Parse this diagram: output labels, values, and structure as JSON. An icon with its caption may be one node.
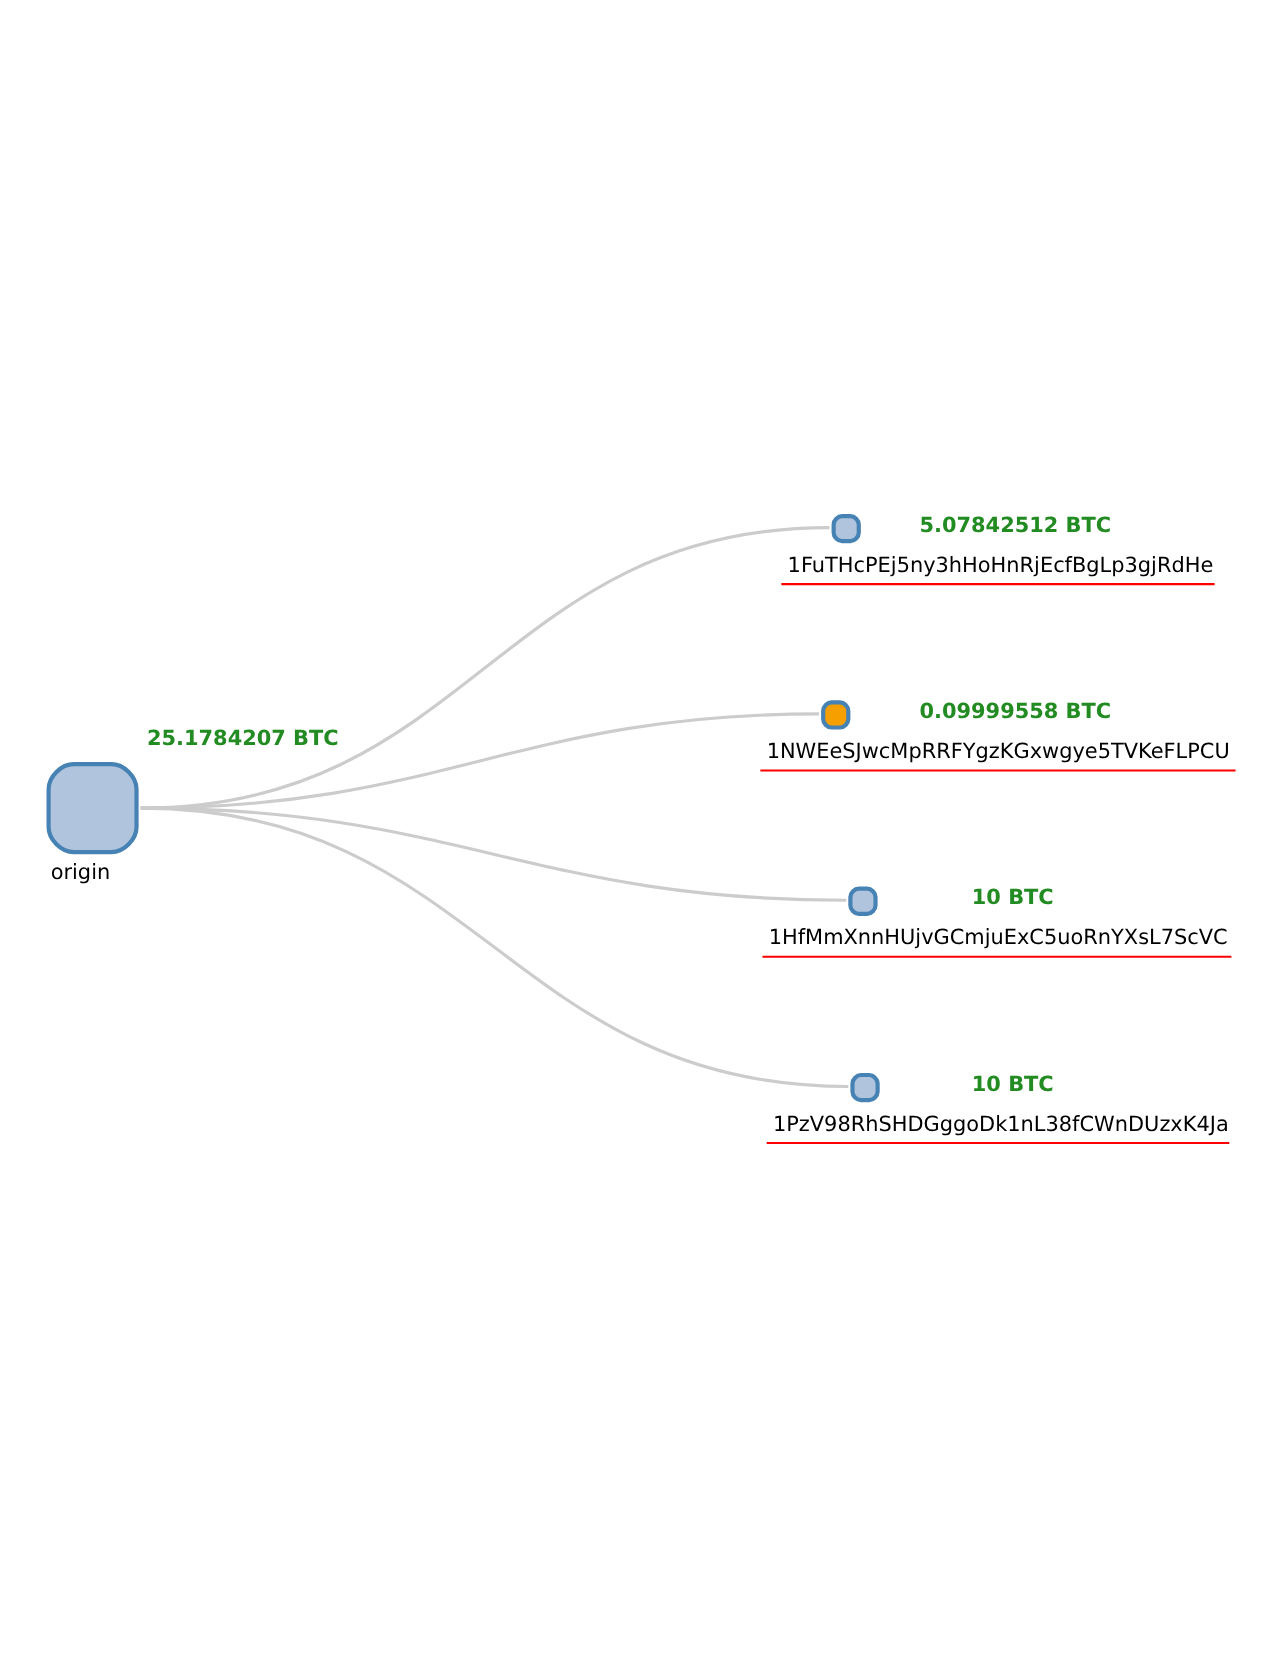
{
  "diagram": {
    "nodes": [
      {
        "text": [
          "25.1784207 BTC",
          "origin"
        ]
      },
      {
        "text": [
          "5.07842512 BTC",
          "1FuTHcPEj5ny3hHoHnRjEcfBgLp3gjRdHe"
        ]
      },
      {
        "text": [
          "0.09999558 BTC",
          "1NWEeSJwcMpRRFYgzKGxwgye5TVKeFLPCU"
        ]
      },
      {
        "text": [
          "10 BTC",
          "1HfMmXnnHUjvGCmjuExC5uoRnYXsL7ScVC"
        ]
      },
      {
        "text": [
          "10 BTC",
          "1PzV98RhSHDGggoDk1nL38fCWnDUzxK4Ja"
        ]
      }
    ],
    "edges": [
      {
        "from": 0,
        "to": 1,
        "arrow": "none"
      },
      {
        "from": 0,
        "to": 2,
        "arrow": "none"
      },
      {
        "from": 0,
        "to": 3,
        "arrow": "none"
      },
      {
        "from": 0,
        "to": 4,
        "arrow": "none"
      }
    ]
  }
}
